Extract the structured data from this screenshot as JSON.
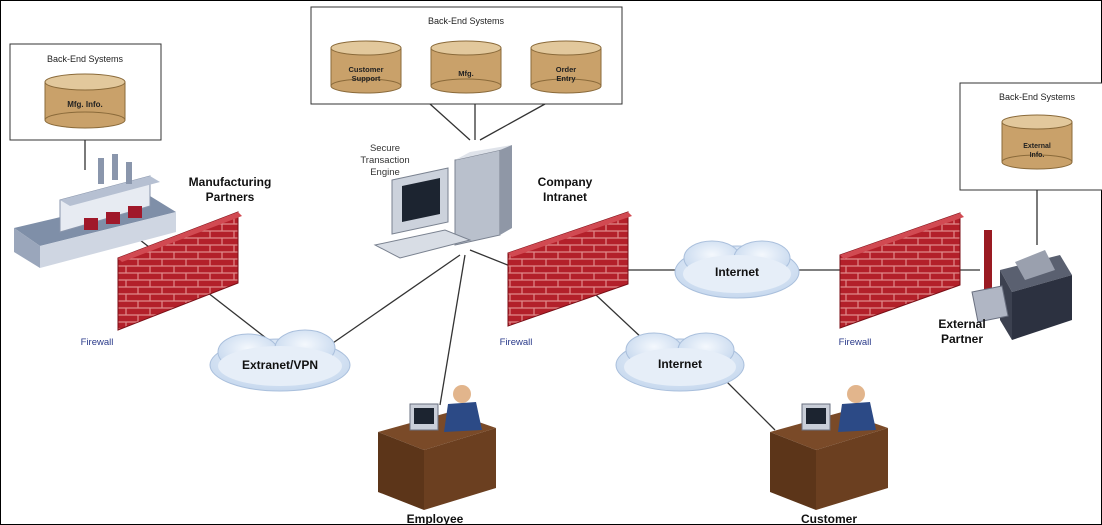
{
  "backend_left": {
    "title": "Back-End Systems",
    "dbs": [
      "Mfg. Info."
    ]
  },
  "backend_top": {
    "title": "Back-End Systems",
    "dbs": [
      [
        "Customer",
        "Support"
      ],
      [
        "Mfg."
      ],
      [
        "Order",
        "Entry"
      ]
    ]
  },
  "backend_right": {
    "title": "Back-End Systems",
    "dbs": [
      [
        "External",
        "Info."
      ]
    ]
  },
  "labels": {
    "manufacturing_partners": [
      "Manufacturing",
      "Partners"
    ],
    "secure_engine": [
      "Secure",
      "Transaction",
      "Engine"
    ],
    "company_intranet": [
      "Company",
      "Intranet"
    ],
    "external_partner": [
      "External",
      "Partner"
    ],
    "employee": "Employee",
    "customer": "Customer"
  },
  "firewalls": {
    "left": "Firewall",
    "center": "Firewall",
    "right": "Firewall"
  },
  "clouds": {
    "extranet": "Extranet/VPN",
    "internet_top": "Internet",
    "internet_bottom": "Internet"
  },
  "colors": {
    "db": "#c9a16a",
    "db_top": "#e2c89c",
    "brick": "#b3202a",
    "brick_mortar": "#e08a8a",
    "cloud": "#dde9f6",
    "line": "#333333",
    "firewall_text": "#2a3a8a"
  }
}
